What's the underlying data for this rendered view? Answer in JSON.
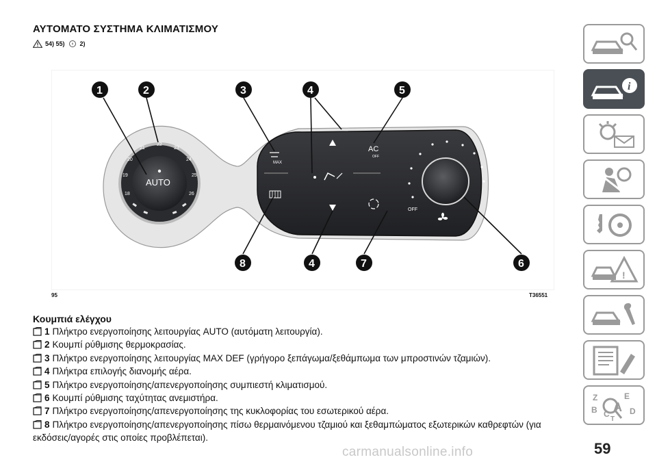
{
  "header": {
    "title": "ΑΥΤΟΜΑΤΟ ΣΥΣΤΗΜΑ ΚΛΙΜΑΤΙΣΜΟΥ",
    "refs_a": "54) 55)",
    "refs_b": "2)"
  },
  "figure": {
    "number": "95",
    "code": "T36551",
    "callouts": [
      "1",
      "2",
      "3",
      "4",
      "5",
      "8",
      "4",
      "7",
      "6"
    ],
    "dial_numbers": [
      "22",
      "21",
      "23",
      "20",
      "24",
      "19",
      "25",
      "18",
      "26"
    ],
    "dial_label": "AUTO",
    "max_label": "MAX",
    "ac_label": "AC",
    "ac_off_label": "OFF",
    "fan_off_label": "OFF"
  },
  "controls": {
    "title": "Κουμπιά ελέγχου",
    "items": [
      {
        "num": "1",
        "text": "Πλήκτρο ενεργοποίησης λειτουργίας AUTO (αυτόματη λειτουργία)."
      },
      {
        "num": "2",
        "text": "Κουμπί ρύθμισης θερμοκρασίας."
      },
      {
        "num": "3",
        "text": "Πλήκτρο ενεργοποίησης λειτουργίας MAX DEF (γρήγορο ξεπάγωμα/ξεθάμπωμα των μπροστινών τζαμιών)."
      },
      {
        "num": "4",
        "text": "Πλήκτρα επιλογής διανομής αέρα."
      },
      {
        "num": "5",
        "text": "Πλήκτρο ενεργοποίησης/απενεργοποίησης συμπιεστή κλιματισμού."
      },
      {
        "num": "6",
        "text": "Κουμπί ρύθμισης ταχύτητας ανεμιστήρα."
      },
      {
        "num": "7",
        "text": "Πλήκτρο ενεργοποίησης/απενεργοποίησης της κυκλοφορίας του εσωτερικού αέρα."
      },
      {
        "num": "8",
        "text": "Πλήκτρο ενεργοποίησης/απενεργοποίησης πίσω θερμαινόμενου τζαμιού και ξεθαμπώματος εξωτερικών καθρεφτών (για εκδόσεις/αγορές στις οποίες προβλέπεται)."
      }
    ]
  },
  "sidebar": {
    "tabs": [
      {
        "icon": "car-search-icon"
      },
      {
        "icon": "car-info-icon",
        "active": true
      },
      {
        "icon": "warning-lights-icon"
      },
      {
        "icon": "safety-airbag-icon"
      },
      {
        "icon": "steering-key-icon"
      },
      {
        "icon": "emergency-triangle-icon"
      },
      {
        "icon": "maintenance-car-icon"
      },
      {
        "icon": "technical-data-icon"
      },
      {
        "icon": "index-letters-icon"
      }
    ],
    "index_letters": [
      "Z",
      "E",
      "B",
      "A",
      "C",
      "D",
      "T"
    ]
  },
  "page": {
    "number": "59",
    "watermark": "carmanualsonline.info"
  }
}
